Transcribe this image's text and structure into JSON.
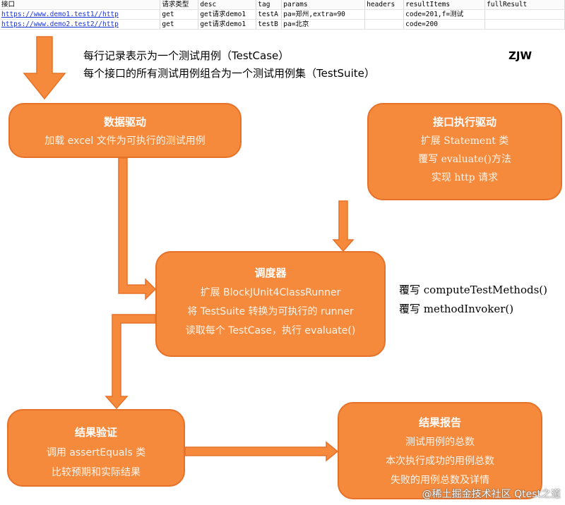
{
  "sheet": {
    "headers": [
      "接口",
      "请求类型",
      "desc",
      "tag",
      "params",
      "headers",
      "resultItems",
      "fullResult"
    ],
    "rows": [
      [
        "https://www.demo1.test1//http",
        "get",
        "get请求demo1",
        "testA",
        "pa=郑州,extra=90",
        "",
        "code=201,f=测试",
        ""
      ],
      [
        "https://www.demo2.test2//http",
        "get",
        "get请求demo1",
        "testB",
        "pa=北京",
        "",
        "code=200",
        ""
      ]
    ]
  },
  "notes": {
    "line1": "每行记录表示为一个测试用例（TestCase）",
    "line2": "每个接口的所有测试用例组合为一个测试用例集（TestSuite）",
    "author": "ZJW"
  },
  "boxes": {
    "data_driven": {
      "title": "数据驱动",
      "lines": [
        "加载 excel 文件为可执行的测试用例"
      ]
    },
    "interface_driver": {
      "title": "接口执行驱动",
      "lines": [
        "扩展 Statement 类",
        "覆写 evaluate()方法",
        "实现 http 请求"
      ]
    },
    "scheduler": {
      "title": "调度器",
      "lines": [
        "扩展 BlockJUnit4ClassRunner",
        "将 TestSuite 转换为可执行的 runner",
        "读取每个 TestCase，执行 evaluate()"
      ]
    },
    "verify": {
      "title": "结果验证",
      "lines": [
        "调用 assertEquals 类",
        "比较预期和实际结果"
      ]
    },
    "report": {
      "title": "结果报告",
      "lines": [
        "测试用例的总数",
        "本次执行成功的用例总数",
        "失败的用例总数及详情"
      ]
    }
  },
  "side_notes": [
    "覆写 computeTestMethods()",
    "覆写 methodInvoker()"
  ],
  "watermark": "@稀土掘金技术社区 Qtest之道",
  "colors": {
    "box_fill": "#f58a3c",
    "box_border": "#e6722a",
    "link": "#1a33d6"
  }
}
